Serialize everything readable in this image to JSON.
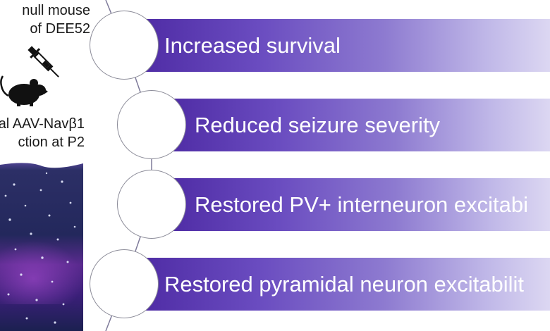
{
  "left_panel": {
    "model_caption": [
      "null mouse",
      "of DEE52"
    ],
    "injection_caption": [
      "al AAV-Navβ1",
      "ction at P2"
    ],
    "icons": {
      "mouse": "mouse-icon",
      "syringe": "syringe-icon"
    }
  },
  "outcomes": [
    {
      "label": "Increased survival"
    },
    {
      "label": "Reduced seizure severity"
    },
    {
      "label": "Restored PV+ interneuron excitabi"
    },
    {
      "label": "Restored pyramidal neuron excitabilit"
    }
  ],
  "colors": {
    "banner_start": "#4d2aa3",
    "banner_end": "#dcd7f2",
    "timeline_line": "#7e7a9a",
    "node_border": "#8b8b98",
    "text": "#1a1a1a",
    "micrograph_base": "#1b2050"
  }
}
